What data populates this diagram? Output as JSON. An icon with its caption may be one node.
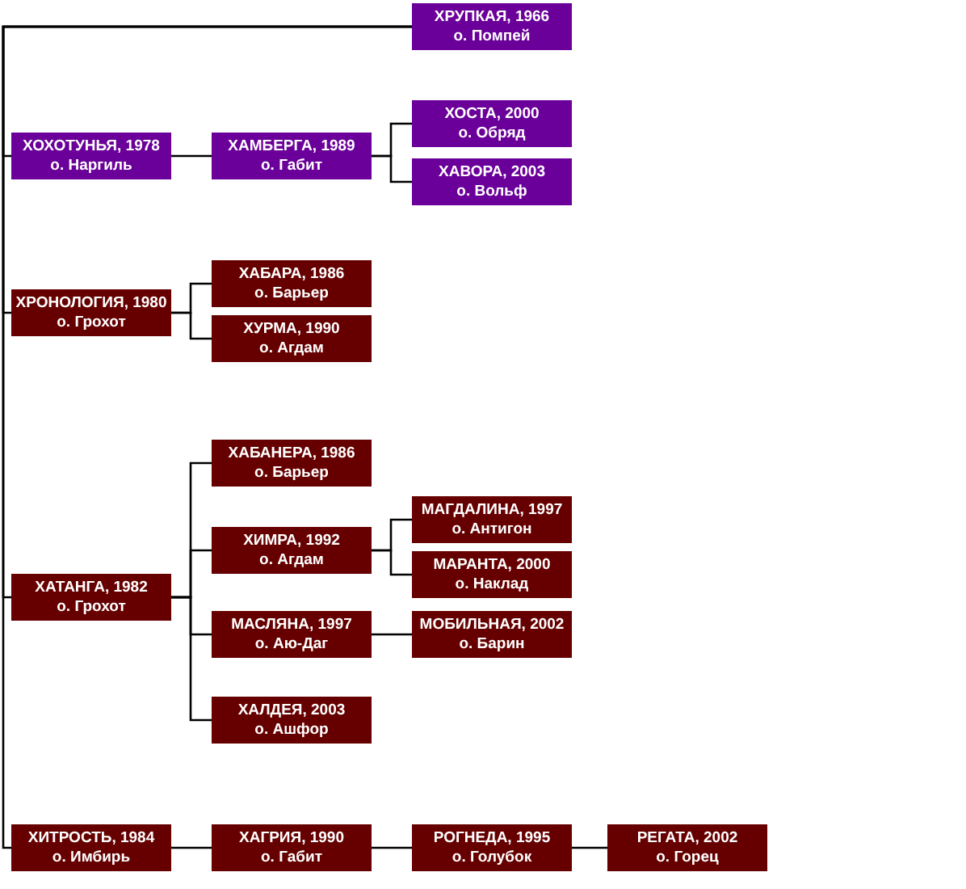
{
  "diagram": {
    "nodes": [
      {
        "text": [
          "ХРУПКАЯ, 1966",
          "о. Помпей"
        ]
      },
      {
        "text": [
          "ХОХОТУНЬЯ, 1978",
          "о. Наргиль"
        ]
      },
      {
        "text": [
          "ХАМБЕРГА, 1989",
          "о. Габит"
        ]
      },
      {
        "text": [
          "ХОСТА, 2000",
          "о. Обряд"
        ]
      },
      {
        "text": [
          "ХАВОРА, 2003",
          "о. Вольф"
        ]
      },
      {
        "text": [
          "ХРОНОЛОГИЯ, 1980",
          "о. Грохот"
        ]
      },
      {
        "text": [
          "ХАБАРА, 1986",
          "о. Барьер"
        ]
      },
      {
        "text": [
          "ХУРМА, 1990",
          "о. Агдам"
        ]
      },
      {
        "text": [
          "ХАТАНГА, 1982",
          "о. Грохот"
        ]
      },
      {
        "text": [
          "ХАБАНЕРА, 1986",
          "о. Барьер"
        ]
      },
      {
        "text": [
          "ХИМРА, 1992",
          "о. Агдам"
        ]
      },
      {
        "text": [
          "МАГДАЛИНА, 1997",
          "о. Антигон"
        ]
      },
      {
        "text": [
          "МАРАНТА, 2000",
          "о. Наклад"
        ]
      },
      {
        "text": [
          "МАСЛЯНА, 1997",
          "о. Аю-Даг"
        ]
      },
      {
        "text": [
          "МОБИЛЬНАЯ, 2002",
          "о. Барин"
        ]
      },
      {
        "text": [
          "ХАЛДЕЯ, 2003",
          "о. Ашфор"
        ]
      },
      {
        "text": [
          "ХИТРОСТЬ, 1984",
          "о. Имбирь"
        ]
      },
      {
        "text": [
          "ХАГРИЯ, 1990",
          "о. Габит"
        ]
      },
      {
        "text": [
          "РОГНЕДА, 1995",
          "о. Голубок"
        ]
      },
      {
        "text": [
          "РЕГАТА, 2002",
          "о. Горец"
        ]
      }
    ],
    "edges": [
      {
        "from": 0,
        "to": 1,
        "arrow": "none"
      },
      {
        "from": 0,
        "to": 5,
        "arrow": "none"
      },
      {
        "from": 0,
        "to": 8,
        "arrow": "none"
      },
      {
        "from": 0,
        "to": 16,
        "arrow": "none"
      },
      {
        "from": 1,
        "to": 2,
        "arrow": "none"
      },
      {
        "from": 2,
        "to": 3,
        "arrow": "none"
      },
      {
        "from": 2,
        "to": 4,
        "arrow": "none"
      },
      {
        "from": 5,
        "to": 6,
        "arrow": "none"
      },
      {
        "from": 5,
        "to": 7,
        "arrow": "none"
      },
      {
        "from": 8,
        "to": 9,
        "arrow": "none"
      },
      {
        "from": 8,
        "to": 10,
        "arrow": "none"
      },
      {
        "from": 8,
        "to": 13,
        "arrow": "none"
      },
      {
        "from": 8,
        "to": 15,
        "arrow": "none"
      },
      {
        "from": 10,
        "to": 11,
        "arrow": "none"
      },
      {
        "from": 10,
        "to": 12,
        "arrow": "none"
      },
      {
        "from": 13,
        "to": 14,
        "arrow": "none"
      },
      {
        "from": 16,
        "to": 17,
        "arrow": "none"
      },
      {
        "from": 17,
        "to": 18,
        "arrow": "none"
      },
      {
        "from": 18,
        "to": 19,
        "arrow": "none"
      }
    ]
  }
}
